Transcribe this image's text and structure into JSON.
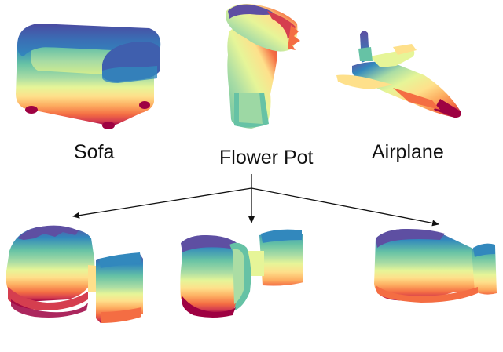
{
  "labels": {
    "sofa": "Sofa",
    "flower_pot": "Flower Pot",
    "airplane": "Airplane"
  },
  "colors": {
    "spectral": [
      "#5e4fa2",
      "#3288bd",
      "#66c2a5",
      "#abdda4",
      "#e6f598",
      "#fee08b",
      "#fdae61",
      "#f46d43",
      "#d53e4f",
      "#9e0142"
    ],
    "arrow": "#111111",
    "text": "#111111",
    "background": "#ffffff"
  },
  "arrow_count": 3
}
